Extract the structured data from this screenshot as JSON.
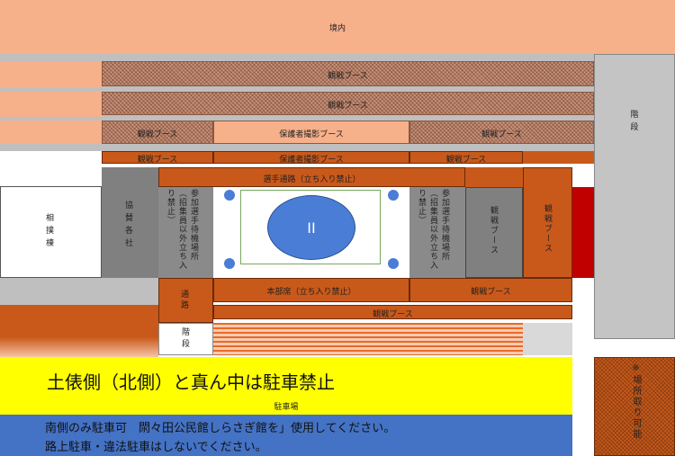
{
  "precinct_label": "境内",
  "stairs_right_label": "階段",
  "watch_booth": "観戦ブース",
  "guardian_photo_booth": "保護者撮影ブース",
  "athlete_path": "選手通路（立ち入り禁止）",
  "sumo_hall": "相撲棟",
  "sponsors": "協賛各社",
  "waiting_left": "参加選手待機場所（招集員以外立ち入り禁止）",
  "waiting_right": "参加選手待機場所（招集員以外立ち入り禁止）",
  "ring_mark": "II",
  "hq_seat": "本部席（立ち入り禁止）",
  "passage": "通路",
  "stairs_lower": "階段",
  "no_parking_banner": "土俵側（北側）と真ん中は駐車禁止",
  "parking_label": "駐車場",
  "notice_line1": "南側のみ駐車可　閖々田公民館しらさぎ館を」使用してください。",
  "notice_line2": "路上駐車・違法駐車はしないでください。",
  "venue_note": "※場所取り可能"
}
